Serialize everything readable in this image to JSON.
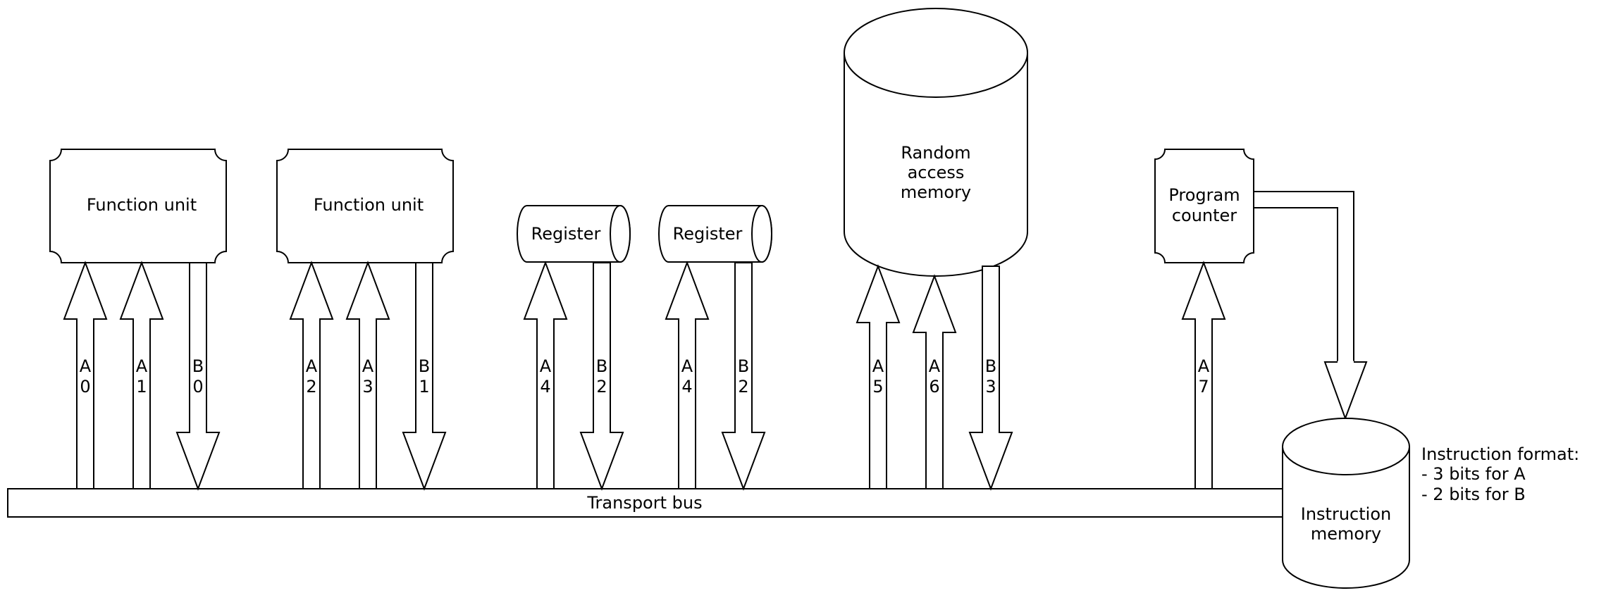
{
  "function_units": [
    {
      "label": "Function unit"
    },
    {
      "label": "Function unit"
    }
  ],
  "registers": [
    {
      "label": "Register"
    },
    {
      "label": "Register"
    }
  ],
  "ram": {
    "line1": "Random",
    "line2": "access",
    "line3": "memory"
  },
  "program_counter": {
    "line1": "Program",
    "line2": "counter"
  },
  "instruction_memory": {
    "line1": "Instruction",
    "line2": "memory"
  },
  "transport_bus": {
    "label": "Transport bus"
  },
  "instruction_format": {
    "line1": "Instruction format:",
    "line2": "- 3 bits for A",
    "line3": "- 2 bits for B"
  },
  "ports": [
    {
      "dir": "up",
      "letter": "A",
      "index": "0"
    },
    {
      "dir": "up",
      "letter": "A",
      "index": "1"
    },
    {
      "dir": "down",
      "letter": "B",
      "index": "0"
    },
    {
      "dir": "up",
      "letter": "A",
      "index": "2"
    },
    {
      "dir": "up",
      "letter": "A",
      "index": "3"
    },
    {
      "dir": "down",
      "letter": "B",
      "index": "1"
    },
    {
      "dir": "up",
      "letter": "A",
      "index": "4"
    },
    {
      "dir": "down",
      "letter": "B",
      "index": "2"
    },
    {
      "dir": "up",
      "letter": "A",
      "index": "4"
    },
    {
      "dir": "down",
      "letter": "B",
      "index": "2"
    },
    {
      "dir": "up",
      "letter": "A",
      "index": "5"
    },
    {
      "dir": "up",
      "letter": "A",
      "index": "6"
    },
    {
      "dir": "down",
      "letter": "B",
      "index": "3"
    },
    {
      "dir": "up",
      "letter": "A",
      "index": "7"
    }
  ]
}
